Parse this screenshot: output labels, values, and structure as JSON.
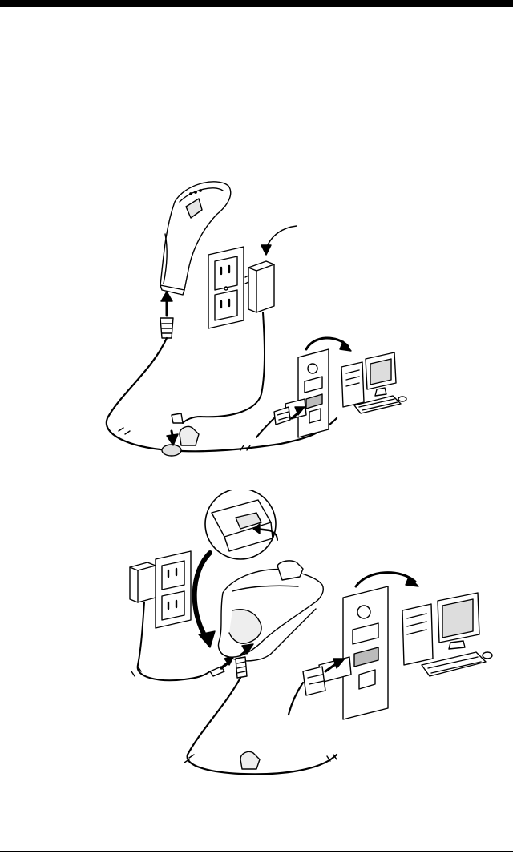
{
  "page": {
    "header_bar_color": "#000000",
    "footer_rule_color": "#000000"
  },
  "figures": [
    {
      "name": "scanner-cable-connection-illustration",
      "components": [
        "scanner",
        "power-supply",
        "wall-outlet",
        "rs232-cable",
        "computer",
        "pc-port-panel"
      ]
    },
    {
      "name": "base-cable-connection-illustration",
      "components": [
        "charge-base",
        "power-supply",
        "wall-outlet",
        "rs232-cable",
        "computer",
        "pc-port-panel",
        "power-jack-inset"
      ]
    }
  ]
}
